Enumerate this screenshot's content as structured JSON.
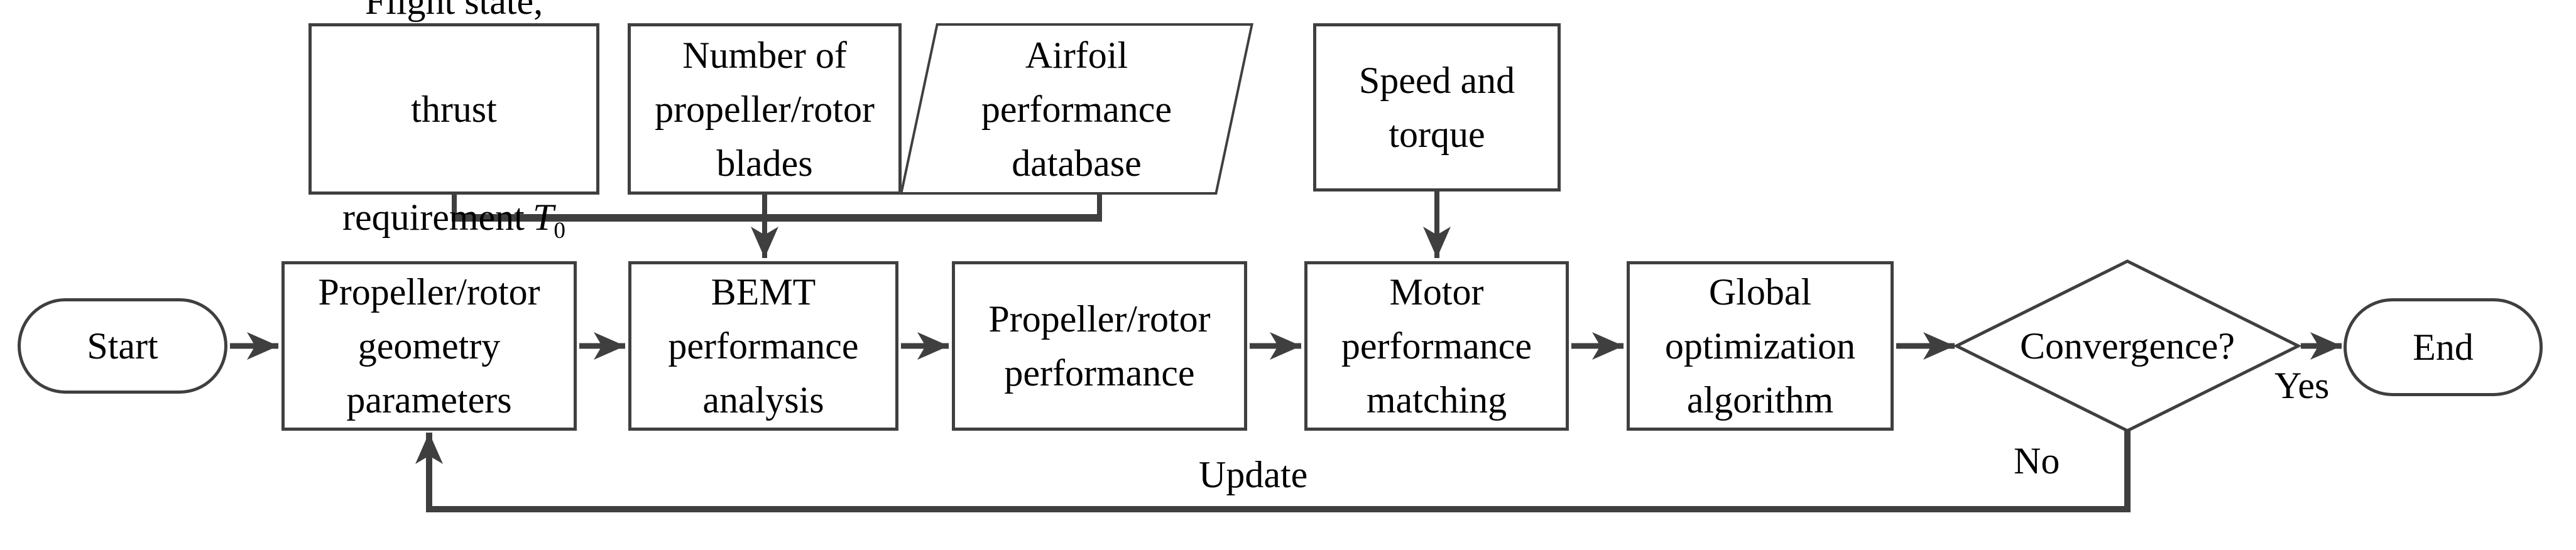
{
  "colors": {
    "stroke": "#3f3f3f",
    "text": "#000000",
    "background": "#ffffff"
  },
  "nodes": {
    "flight_state": {
      "shape": "rectangle",
      "line1": "Flight state,",
      "line2": "thrust",
      "line3": "requirement",
      "symbol": "T",
      "subscript": "0"
    },
    "blade_number": {
      "shape": "rectangle",
      "label": "Number of\npropeller/rotor\nblades"
    },
    "airfoil_db": {
      "shape": "parallelogram",
      "label": "Airfoil\nperformance\ndatabase"
    },
    "speed_torque": {
      "shape": "rectangle",
      "label": "Speed and\ntorque"
    },
    "start": {
      "shape": "terminator",
      "label": "Start"
    },
    "geometry": {
      "shape": "rectangle",
      "label": "Propeller/rotor\ngeometry\nparameters"
    },
    "bemt": {
      "shape": "rectangle",
      "label": "BEMT\nperformance\nanalysis"
    },
    "propeller_performance": {
      "shape": "rectangle",
      "label": "Propeller/rotor\nperformance"
    },
    "motor_matching": {
      "shape": "rectangle",
      "label": "Motor\nperformance\nmatching"
    },
    "global_optimization": {
      "shape": "rectangle",
      "label": "Global\noptimization\nalgorithm"
    },
    "convergence": {
      "shape": "decision",
      "label": "Convergence?"
    },
    "end": {
      "shape": "terminator",
      "label": "End"
    }
  },
  "edge_labels": {
    "yes": "Yes",
    "no": "No",
    "update": "Update"
  }
}
